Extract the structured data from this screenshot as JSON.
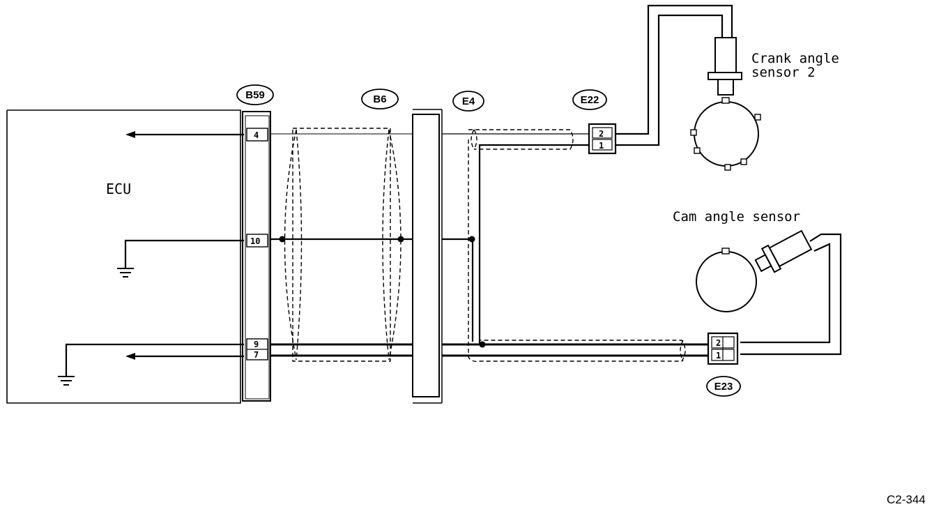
{
  "ecu": {
    "label": "ECU"
  },
  "connectors": {
    "b59": "B59",
    "b6": "B6",
    "e4": "E4",
    "e22": "E22",
    "e23": "E23"
  },
  "pins": {
    "b59_top": "4",
    "b59_mid": "10",
    "b59_low1": "9",
    "b59_low2": "7",
    "e22_top": "2",
    "e22_bot": "1",
    "e23_top": "2",
    "e23_bot": "1"
  },
  "sensors": {
    "crank_line1": "Crank angle",
    "crank_line2": "sensor 2",
    "cam": "Cam angle sensor"
  },
  "figure_code": "C2-344"
}
